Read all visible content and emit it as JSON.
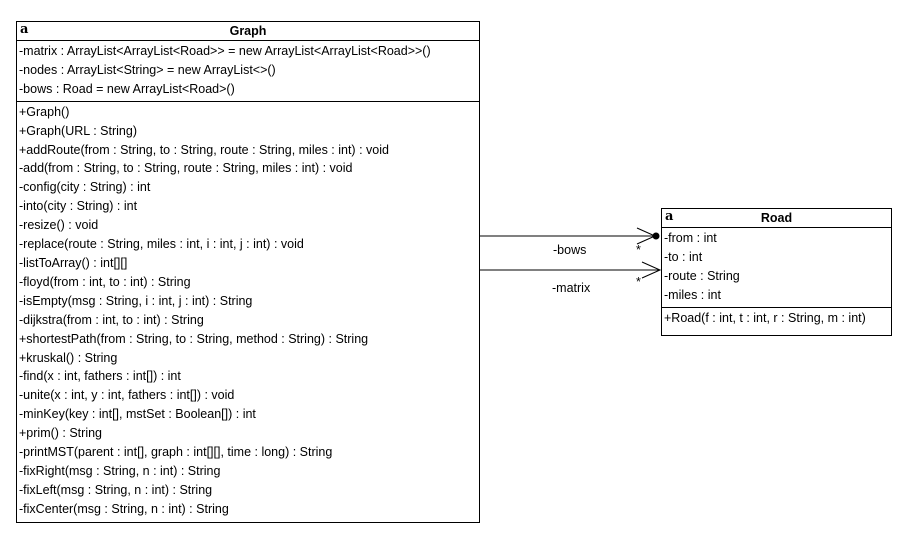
{
  "graph_class": {
    "icon": "class-icon",
    "icon_glyph": "a",
    "name": "Graph",
    "attributes": [
      "-matrix : ArrayList<ArrayList<Road>> = new ArrayList<ArrayList<Road>>()",
      "-nodes : ArrayList<String> = new ArrayList<>()",
      "-bows : Road = new ArrayList<Road>()"
    ],
    "operations": [
      "+Graph()",
      "+Graph(URL : String)",
      "+addRoute(from : String, to : String, route : String, miles : int) : void",
      "-add(from : String, to : String, route : String, miles : int) : void",
      "-config(city : String) : int",
      "-into(city : String) : int",
      "-resize() : void",
      "-replace(route : String, miles : int, i : int, j : int) : void",
      "-listToArray() : int[][]",
      "-floyd(from : int, to : int) : String",
      "-isEmpty(msg : String, i : int, j : int) : String",
      "-dijkstra(from : int, to : int) : String",
      "+shortestPath(from : String, to : String, method : String) : String",
      "+kruskal() : String",
      "-find(x : int, fathers : int[]) : int",
      "-unite(x : int, y : int, fathers : int[]) : void",
      "-minKey(key : int[], mstSet : Boolean[]) : int",
      "+prim() : String",
      "-printMST(parent : int[], graph : int[][], time : long) : String",
      "-fixRight(msg : String, n : int) : String",
      "-fixLeft(msg : String, n : int) : String",
      "-fixCenter(msg : String, n : int) : String"
    ]
  },
  "road_class": {
    "icon": "class-icon",
    "icon_glyph": "a",
    "name": "Road",
    "attributes": [
      "-from : int",
      "-to : int",
      "-route : String",
      "-miles : int"
    ],
    "operations": [
      "+Road(f : int, t : int, r : String, m : int)"
    ]
  },
  "associations": [
    {
      "name": "bows-association",
      "label": "-bows",
      "multiplicity": "*",
      "end": "filled-dot-open-arrow"
    },
    {
      "name": "matrix-association",
      "label": "-matrix",
      "multiplicity": "*",
      "end": "open-arrow"
    }
  ]
}
